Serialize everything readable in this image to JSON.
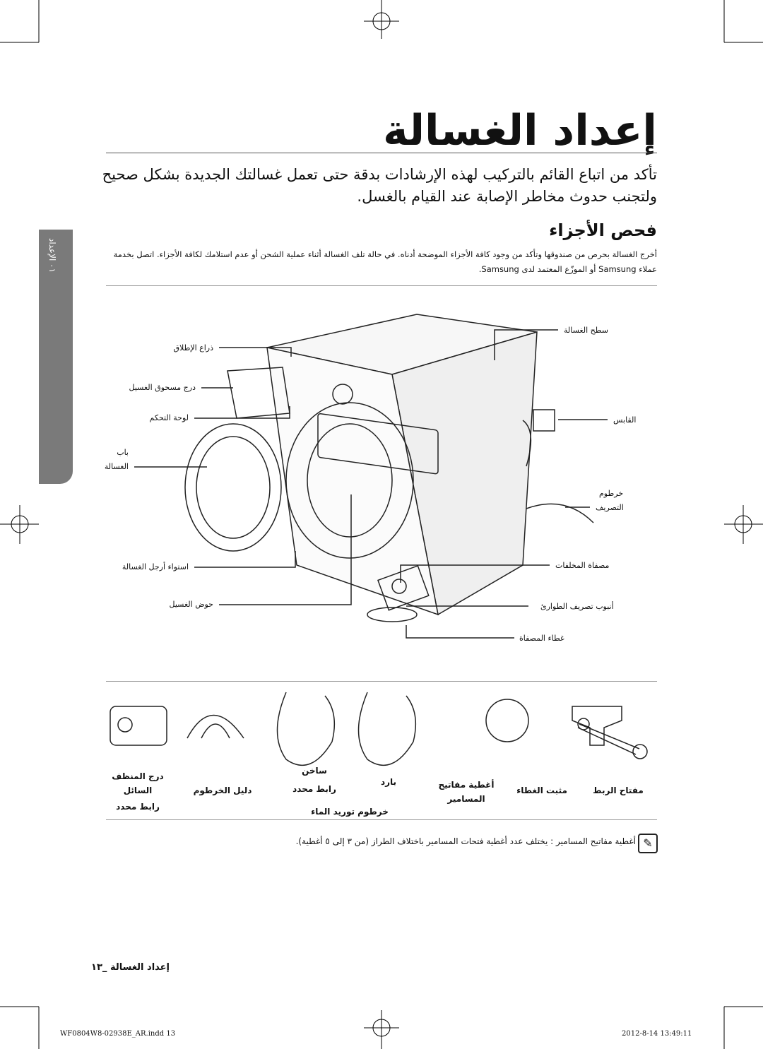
{
  "header": {
    "title": "إعداد الغسالة",
    "intro": "تأكد من اتباع القائم بالتركيب لهذه الإرشادات بدقة حتى تعمل غسالتك الجديدة بشكل صحيح ولتجنب حدوث مخاطر الإصابة عند القيام بالغسل."
  },
  "section": {
    "heading": "فحص الأجزاء",
    "body": "أخرج الغسالة بحرص من صندوقها وتأكد من وجود كافة الأجزاء الموضحة أدناه. في حالة تلف الغسالة أثناء عملية الشحن أو عدم استلامك لكافة الأجزاء. اتصل بخدمة عملاء Samsung أو الموزّع المعتمد لدى Samsung."
  },
  "sidetab": {
    "label": "٠١ الإعداد"
  },
  "parts_left": [
    "ذراع الإطلاق",
    "درج مسحوق الغسيل",
    "لوحة التحكم",
    "باب",
    "الغسالة",
    "استواء أرجل الغسالة",
    "حوض الغسيل"
  ],
  "parts_right": [
    "سطح الغسالة",
    "القابس",
    "خرطوم",
    "التصريف",
    "مصفاة المخلفات",
    "أنبوب تصريف الطوارئ",
    "غطاء المصفاة"
  ],
  "accessories": [
    {
      "name": "مفتاح الربط",
      "line2": ""
    },
    {
      "name": "مثبت الغطاء",
      "line2": ""
    },
    {
      "name": "أغطية مفاتيح",
      "line2": "المسامير"
    },
    {
      "name": "بارد",
      "line2": ""
    },
    {
      "name": "ساخن",
      "line2": "رابط محدد"
    },
    {
      "name": "دليل الخرطوم",
      "line2": ""
    },
    {
      "name": "درج المنظف",
      "line2": "السائل"
    }
  ],
  "accessories_extra": {
    "hose_caption": "خرطوم توريد الماء",
    "detergent_sub": "رابط محدد"
  },
  "note": {
    "text": "أغطية مفاتيح المسامير : يختلف عدد أغطية فتحات المسامير باختلاف الطراز (من ٣ إلى ٥ أغطية)."
  },
  "footer": {
    "page": "إعداد الغسالة _١٣",
    "file": "WF0804W8-02938E_AR.indd   13",
    "timestamp": "2012-8-14   13:49:11"
  }
}
